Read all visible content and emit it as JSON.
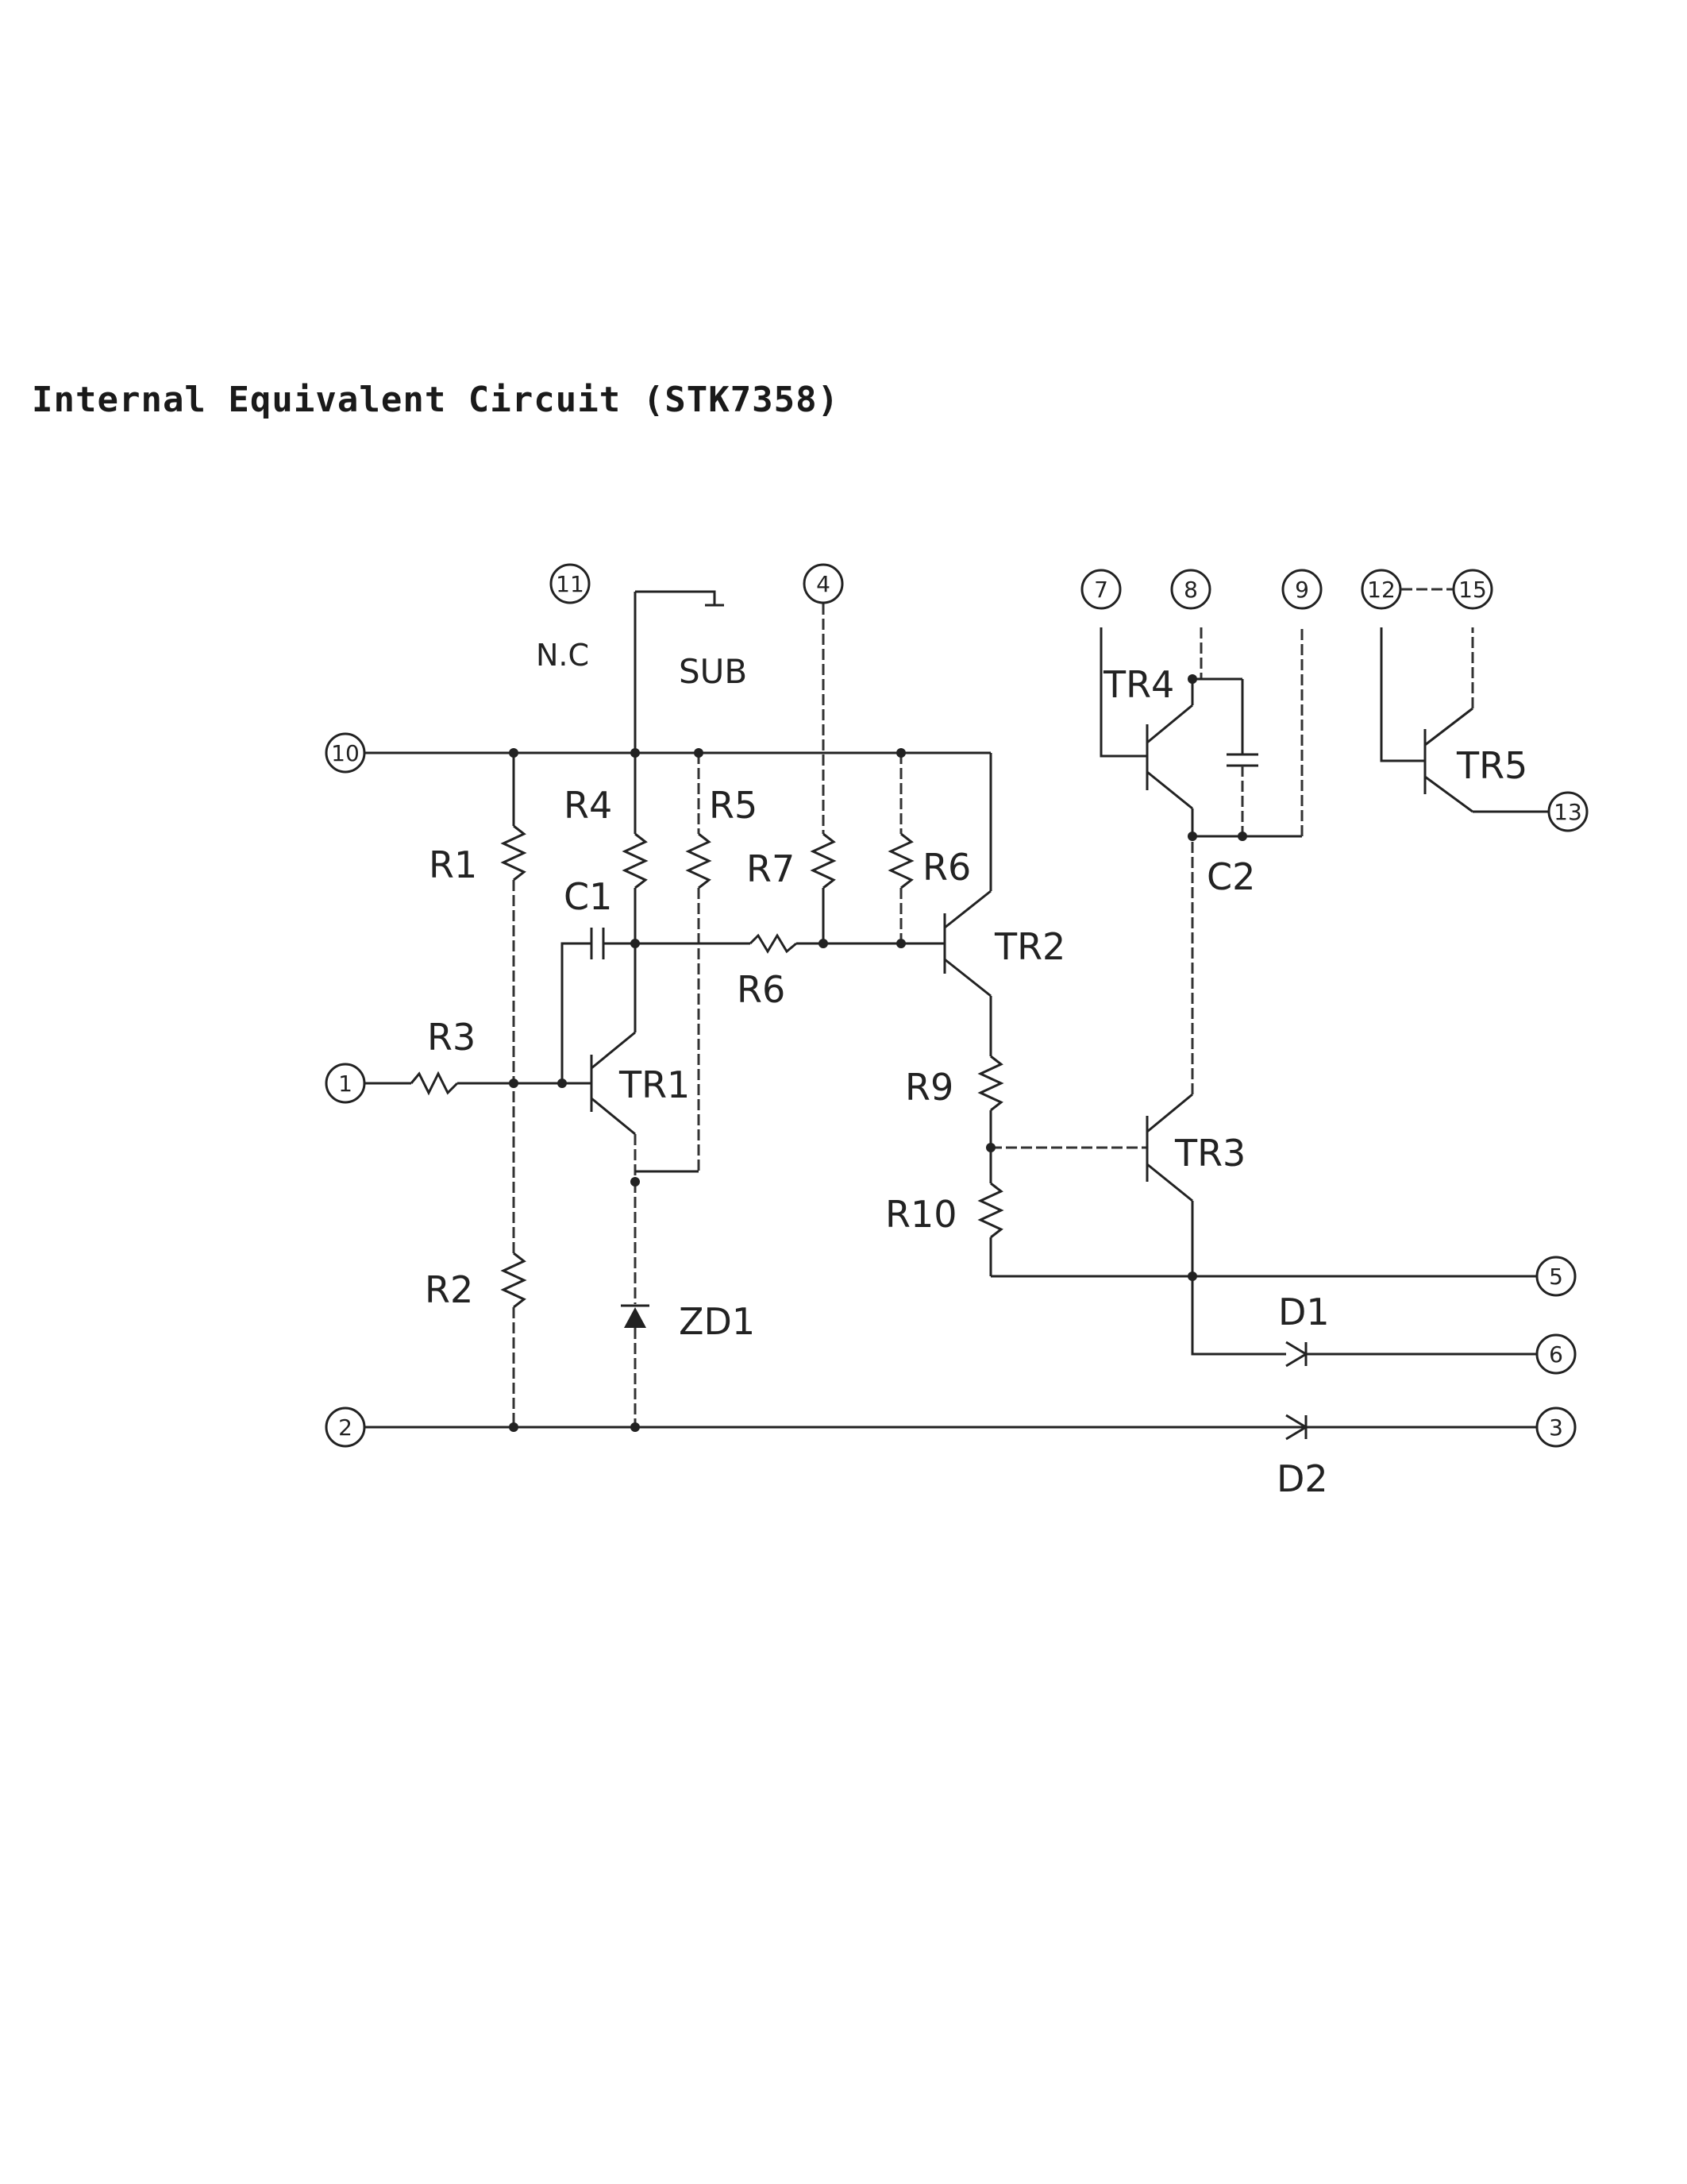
{
  "title": "Internal Equivalent Circuit (STK7358)",
  "pins": {
    "p1": "1",
    "p2": "2",
    "p3": "3",
    "p4": "4",
    "p5": "5",
    "p6": "6",
    "p7": "7",
    "p8": "8",
    "p9": "9",
    "p10": "10",
    "p11": "11",
    "p12": "12",
    "p13": "13",
    "p15": "15"
  },
  "labels": {
    "nc": "N.C",
    "sub": "SUB",
    "r1": "R1",
    "r2": "R2",
    "r3": "R3",
    "r4": "R4",
    "r5": "R5",
    "r6a": "R6",
    "r6b": "R6",
    "r7": "R7",
    "r9": "R9",
    "r10": "R10",
    "c1": "C1",
    "c2": "C2",
    "tr1": "TR1",
    "tr2": "TR2",
    "tr3": "TR3",
    "tr4": "TR4",
    "tr5": "TR5",
    "zd1": "ZD1",
    "d1": "D1",
    "d2": "D2"
  }
}
